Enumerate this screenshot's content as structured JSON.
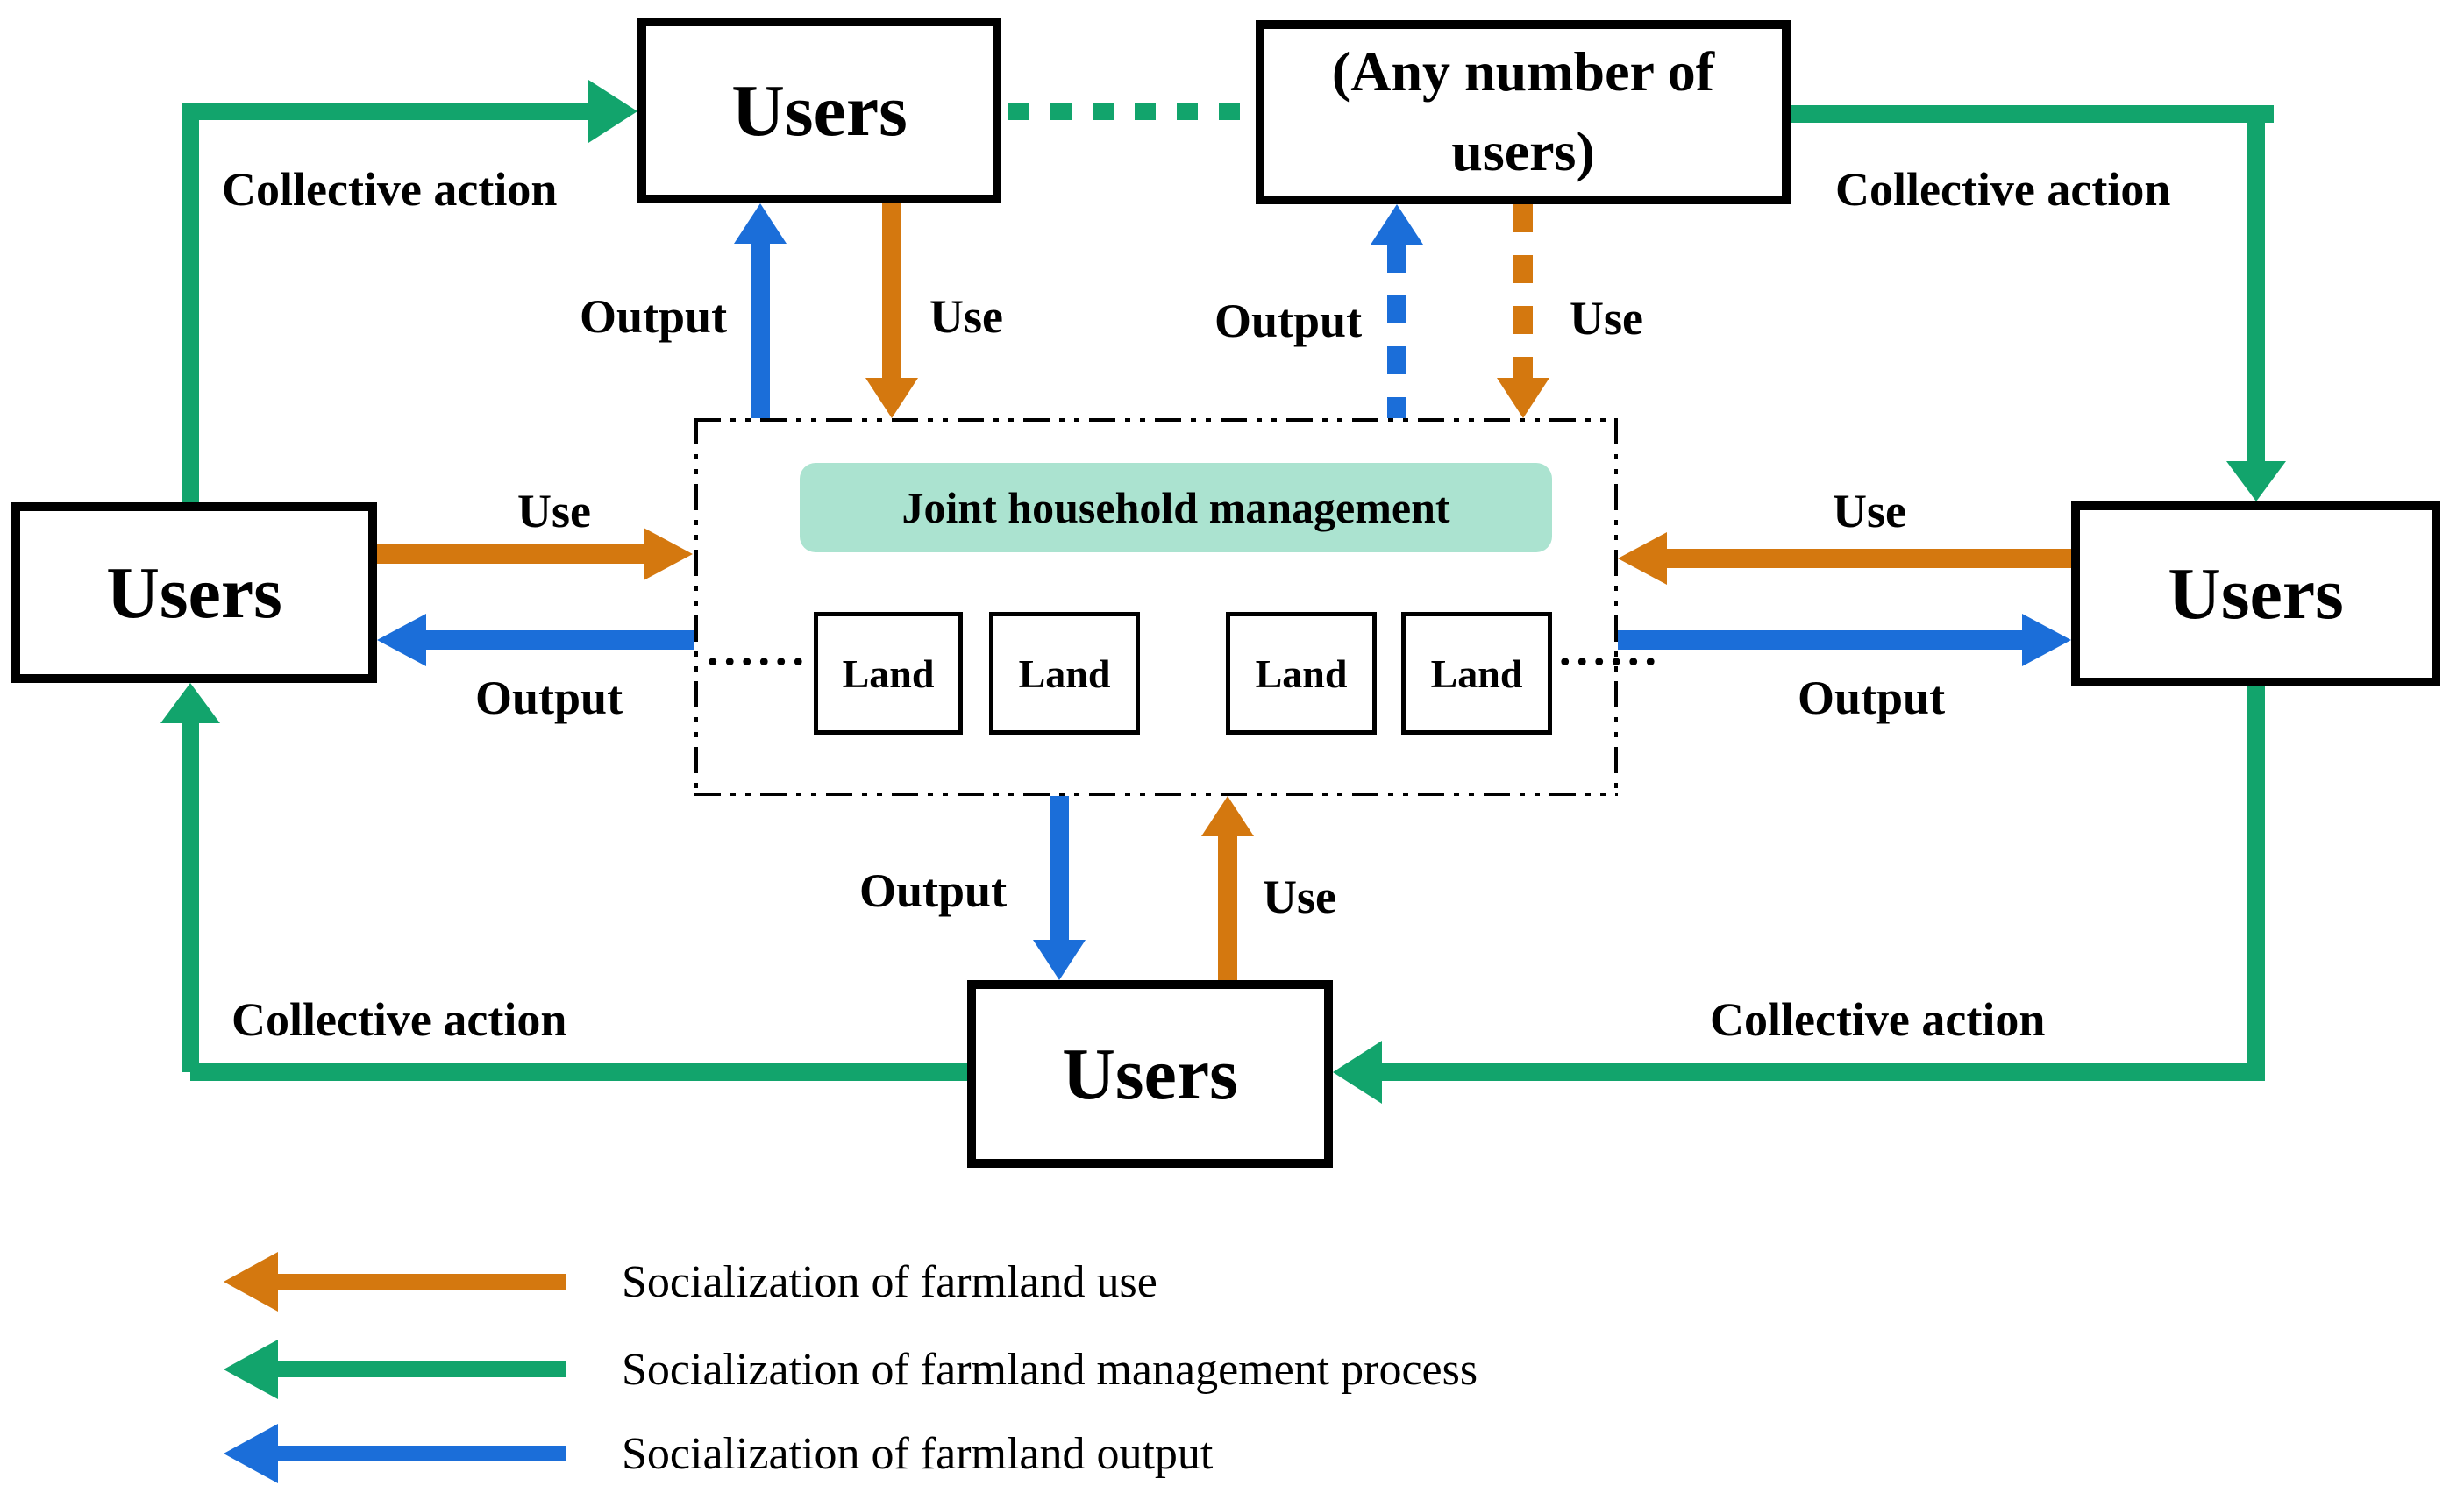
{
  "colors": {
    "green": "#12A46C",
    "orange": "#D4780F",
    "blue": "#1B6ED9",
    "teal": "#ABE3D0",
    "black": "#000000",
    "background": "#FFFFFF"
  },
  "nodes": {
    "top_left_users": {
      "label": "Users"
    },
    "any_number_users": {
      "label": "(Any number of users)"
    },
    "left_users": {
      "label": "Users"
    },
    "right_users": {
      "label": "Users"
    },
    "bottom_users": {
      "label": "Users"
    },
    "joint_household": {
      "label": "Joint household management"
    },
    "lands": [
      "Land",
      "Land",
      "Land",
      "Land"
    ],
    "ellipsis_left": "......",
    "ellipsis_right": "......"
  },
  "edge_labels": {
    "top_left_collective_action": "Collective action",
    "top_right_collective_action": "Collective action",
    "bottom_left_collective_action": "Collective action",
    "bottom_right_collective_action": "Collective action",
    "top_center_output": "Output",
    "top_center_use": "Use",
    "top_right_output": "Output",
    "top_right_use": "Use",
    "left_use": "Use",
    "left_output": "Output",
    "right_use": "Use",
    "right_output": "Output",
    "bottom_output": "Output",
    "bottom_use": "Use"
  },
  "legend": {
    "items": [
      {
        "color": "orange",
        "label": "Socialization of farmland use"
      },
      {
        "color": "green",
        "label": "Socialization of farmland management process"
      },
      {
        "color": "blue",
        "label": "Socialization of farmland output"
      }
    ]
  }
}
